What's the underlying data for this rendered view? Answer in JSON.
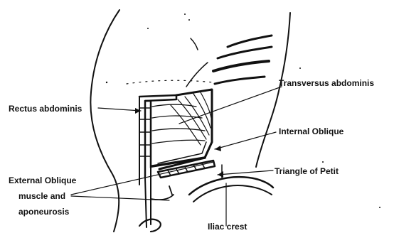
{
  "colors": {
    "ink": "#111111",
    "paper": "#ffffff"
  },
  "labels": {
    "transversus_abdominis": "Transversus abdominis",
    "rectus_abdominis": "Rectus abdominis",
    "internal_oblique": "Internal Oblique",
    "external_oblique_line1": "External Oblique",
    "external_oblique_line2": "muscle and",
    "external_oblique_line3": "aponeurosis",
    "triangle_of_petit": "Triangle of  Petit",
    "iliac_crest": "Iliac crest"
  }
}
